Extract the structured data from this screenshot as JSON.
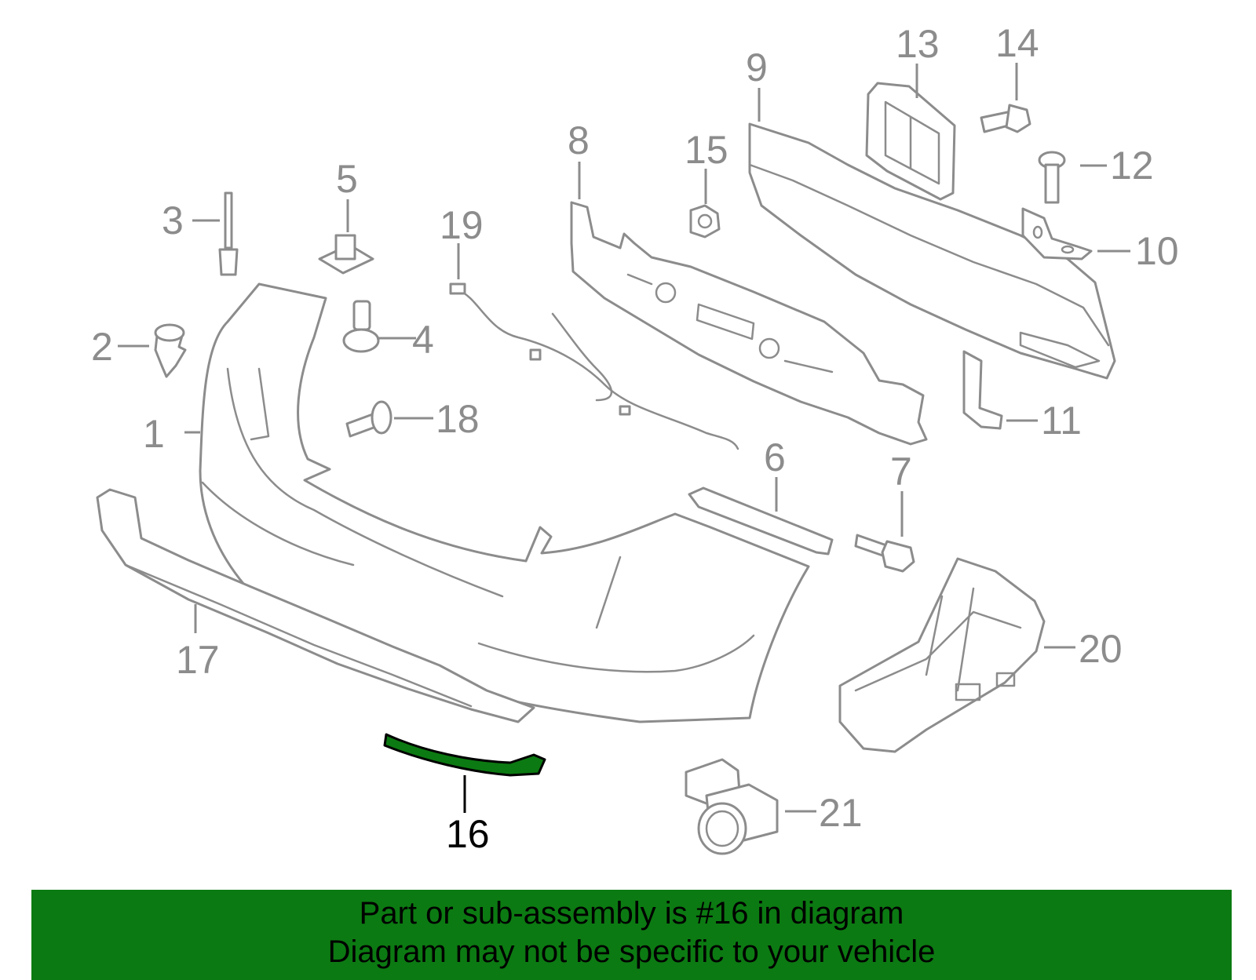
{
  "diagram": {
    "callouts": [
      "1",
      "2",
      "3",
      "4",
      "5",
      "6",
      "7",
      "8",
      "9",
      "10",
      "11",
      "12",
      "13",
      "14",
      "15",
      "16",
      "17",
      "18",
      "19",
      "20",
      "21"
    ],
    "highlighted_part": "16",
    "colors": {
      "outline": "#8c8c8c",
      "highlight_fill": "#0c7a12",
      "highlight_stroke": "#000000",
      "banner": "#0c7a12"
    }
  },
  "banner": {
    "line1": "Part or sub-assembly is #16 in diagram",
    "line2": "Diagram may not be specific to your vehicle"
  }
}
